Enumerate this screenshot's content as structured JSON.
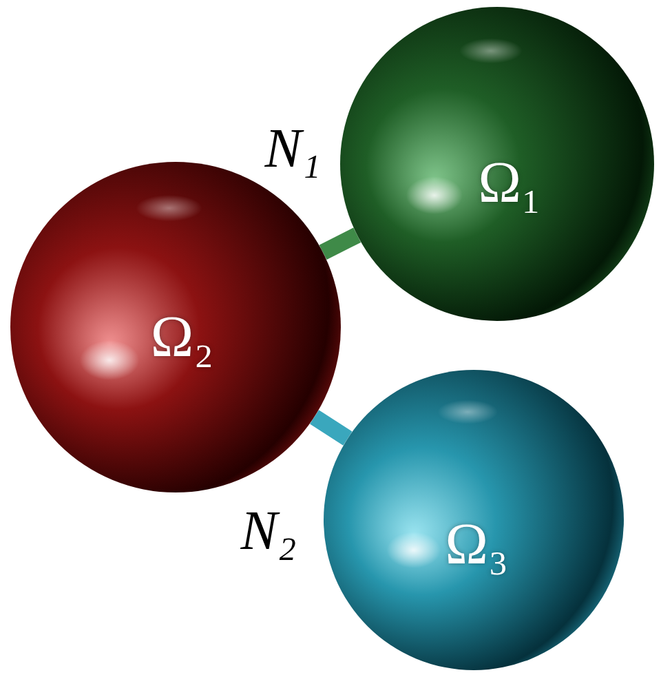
{
  "diagram": {
    "nodes": [
      {
        "text": [
          "Ω₁"
        ]
      },
      {
        "text": [
          "Ω₂"
        ]
      },
      {
        "text": [
          "Ω₃"
        ]
      }
    ],
    "edges": [
      {
        "from": 0,
        "to": 1,
        "label": "N₁",
        "arrow": "none"
      },
      {
        "from": 1,
        "to": 2,
        "label": "N₂",
        "arrow": "none"
      }
    ]
  }
}
